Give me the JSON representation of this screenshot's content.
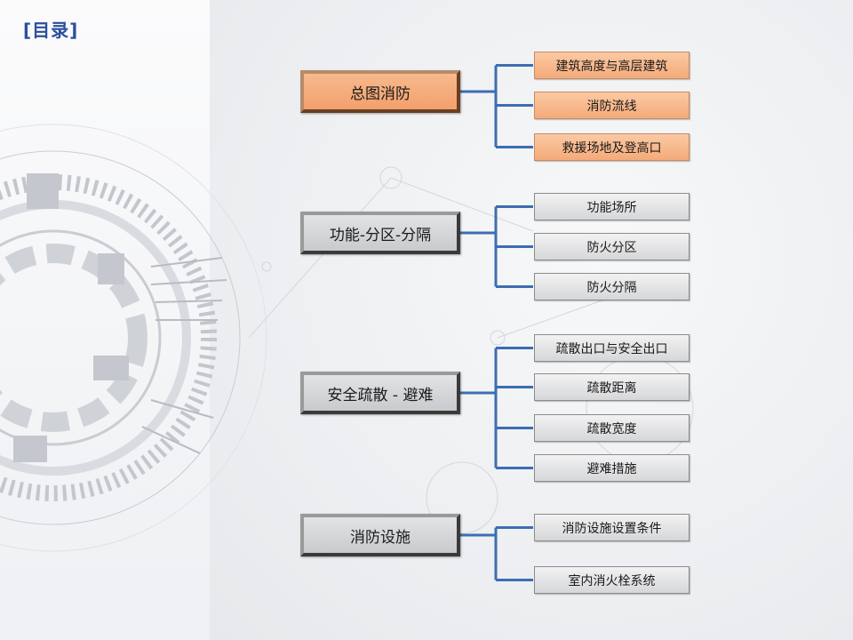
{
  "page": {
    "title": "[目录]"
  },
  "colors": {
    "title": "#2b4f9b",
    "connector": "#3d6db3",
    "highlight": "#f4a774",
    "box": "#d4d5d8"
  },
  "sections": [
    {
      "label": "总图消防",
      "highlight": true,
      "items": [
        {
          "label": "建筑高度与高层建筑",
          "highlight": true
        },
        {
          "label": "消防流线",
          "highlight": true
        },
        {
          "label": "救援场地及登高口",
          "highlight": true
        }
      ]
    },
    {
      "label": "功能-分区-分隔",
      "highlight": false,
      "items": [
        {
          "label": "功能场所",
          "highlight": false
        },
        {
          "label": "防火分区",
          "highlight": false
        },
        {
          "label": "防火分隔",
          "highlight": false
        }
      ]
    },
    {
      "label": "安全疏散 - 避难",
      "highlight": false,
      "items": [
        {
          "label": "疏散出口与安全出口",
          "highlight": false
        },
        {
          "label": "疏散距离",
          "highlight": false
        },
        {
          "label": "疏散宽度",
          "highlight": false
        },
        {
          "label": "避难措施",
          "highlight": false
        }
      ]
    },
    {
      "label": "消防设施",
      "highlight": false,
      "items": [
        {
          "label": "消防设施设置条件",
          "highlight": false
        },
        {
          "label": "室内消火栓系统",
          "highlight": false
        }
      ]
    }
  ]
}
